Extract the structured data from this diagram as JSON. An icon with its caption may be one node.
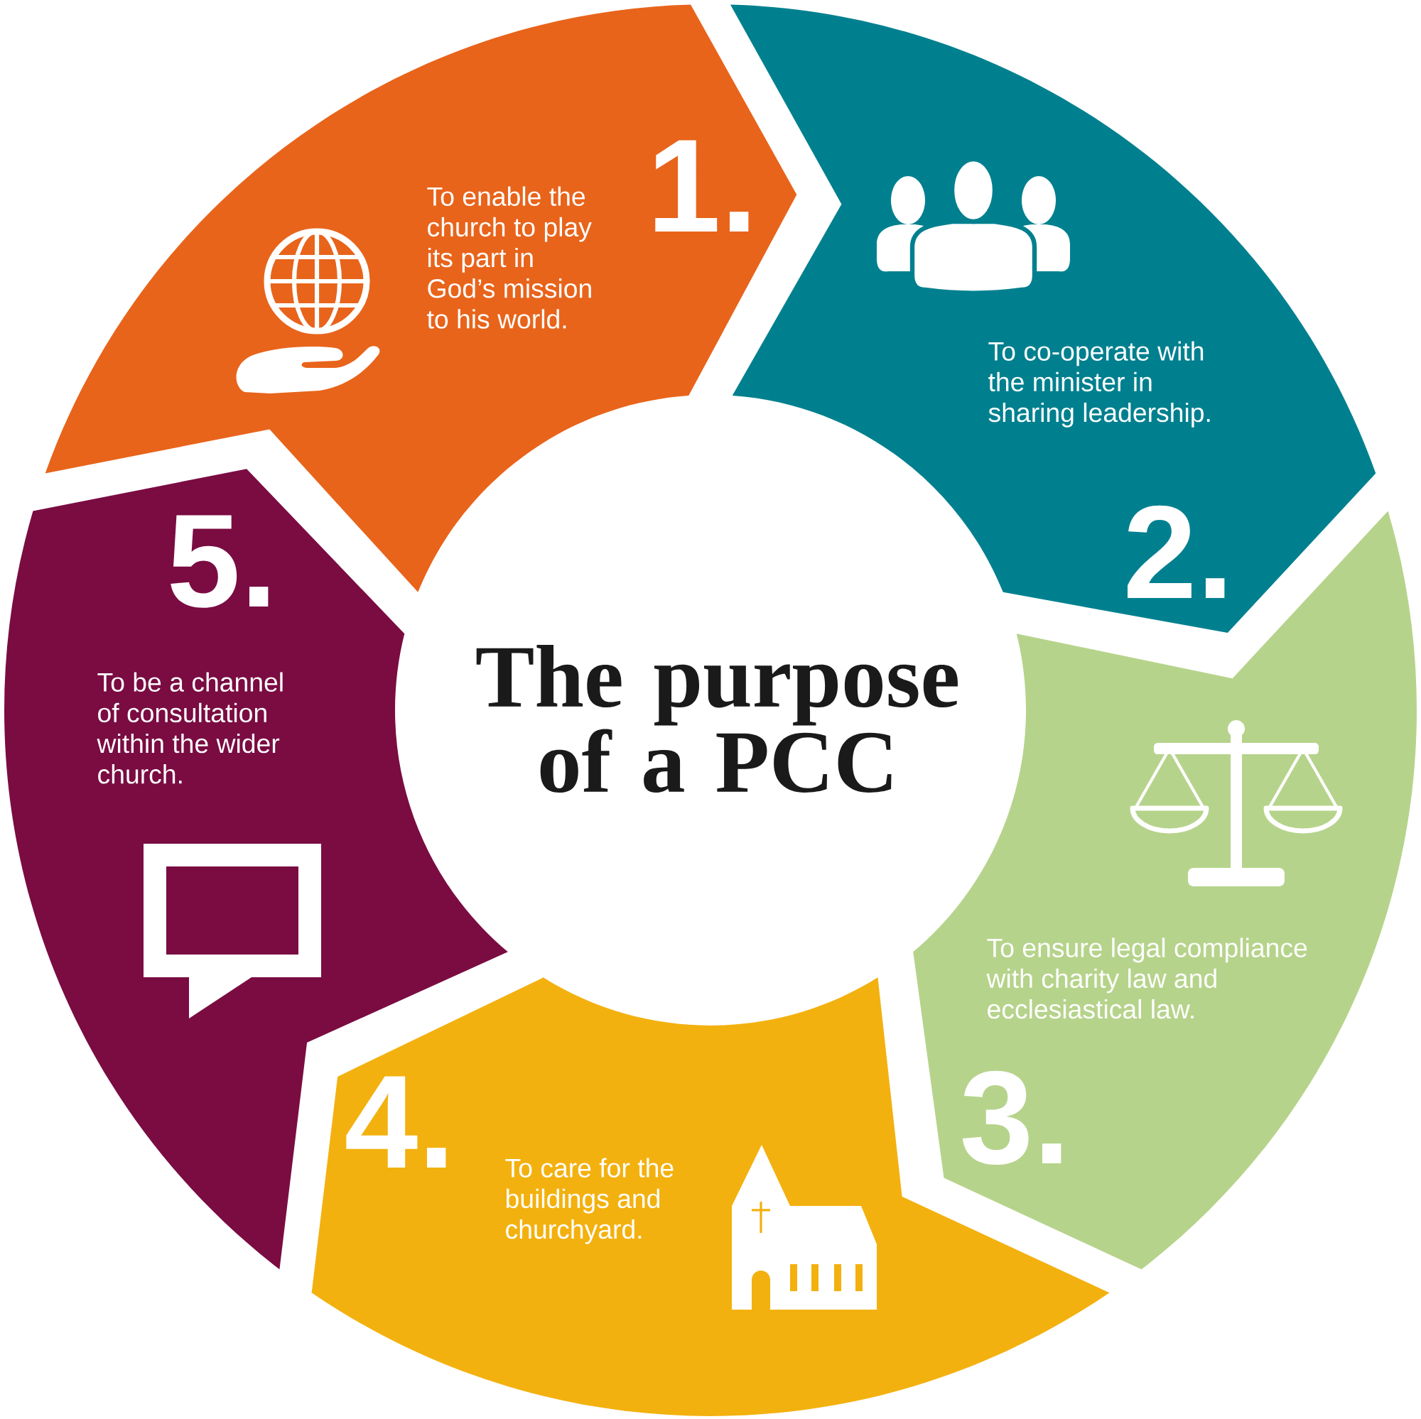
{
  "diagram": {
    "title": "The purpose of a PCC",
    "nodes": [
      {
        "text": [
          "1.",
          "To enable the church to play its part in God’s mission to his world."
        ]
      },
      {
        "text": [
          "To co-operate with the minister in sharing leadership.",
          "2."
        ]
      },
      {
        "text": [
          "To ensure legal compliance with charity law and ecclesiastical law.",
          "3."
        ]
      },
      {
        "text": [
          "4.",
          "To care for the buildings and churchyard."
        ]
      },
      {
        "text": [
          "5.",
          "To be a channel of consultation within the wider church."
        ]
      }
    ]
  }
}
